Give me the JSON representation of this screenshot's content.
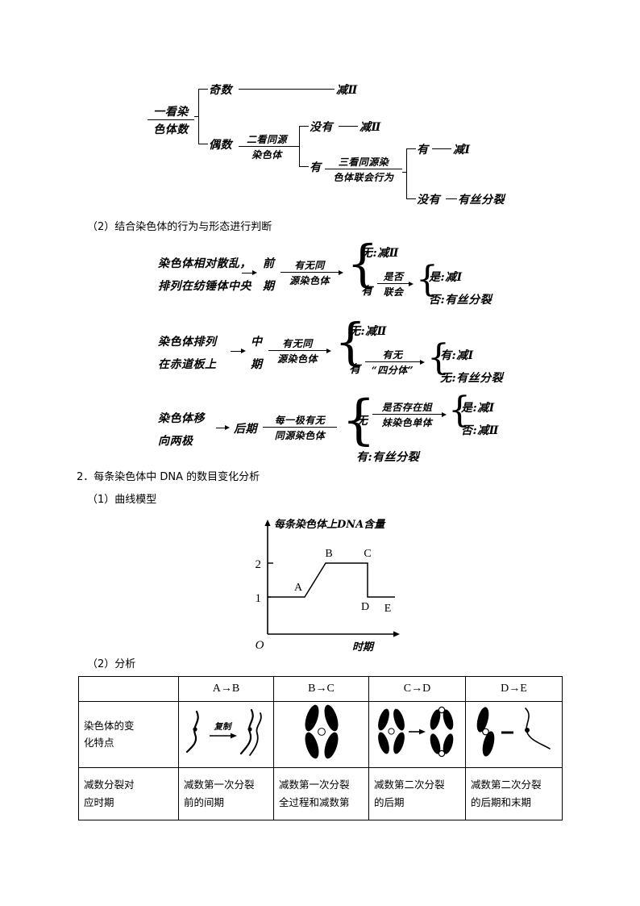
{
  "decision_tree": {
    "root": {
      "num": "一看染",
      "den": "色体数"
    },
    "branch_odd": {
      "label": "奇数",
      "result": "减Ⅱ"
    },
    "branch_even": {
      "label": "偶数"
    },
    "step2": {
      "num": "二看同源",
      "den": "染色体"
    },
    "step2_no": {
      "label": "没有",
      "result": "减Ⅱ"
    },
    "step2_yes": {
      "label": "有"
    },
    "step3": {
      "num": "三看同源染",
      "den": "色体联会行为"
    },
    "step3_yes": {
      "label": "有",
      "result": "减Ⅰ"
    },
    "step3_no": {
      "label": "没有",
      "result": "有丝分裂"
    }
  },
  "section_2_heading": "（2）结合染色体的行为与形态进行判断",
  "flows": [
    {
      "subject_line1": "染色体相对散乱，",
      "subject_line2": "排列在纺锤体中央",
      "stage_line1": "前",
      "stage_line2": "期",
      "test": {
        "num": "有无同",
        "den": "源染色体"
      },
      "outcome_no": "无:减Ⅱ",
      "outcome_yes_label": "有",
      "sub_test": {
        "num": "是否",
        "den": "联会"
      },
      "sub_yes": "是:减Ⅰ",
      "sub_no": "否:有丝分裂"
    },
    {
      "subject_line1": "染色体排列",
      "subject_line2": "在赤道板上",
      "stage_line1": "中",
      "stage_line2": "期",
      "test": {
        "num": "有无同",
        "den": "源染色体"
      },
      "outcome_no": "无:减Ⅱ",
      "outcome_yes_label": "有",
      "sub_test": {
        "num": "有无",
        "den": "“四分体”"
      },
      "sub_yes": "有:减Ⅰ",
      "sub_no": "无:有丝分裂"
    },
    {
      "subject_line1": "染色体移",
      "subject_line2": "向两极",
      "stage_line1": "后期",
      "stage_line2": "",
      "test": {
        "num": "每一极有无",
        "den": "同源染色体"
      },
      "outcome_no_label": "无",
      "sub_test": {
        "num": "是否存在姐",
        "den": "妹染色单体"
      },
      "sub_yes": "是:减Ⅰ",
      "sub_no": "否:减Ⅱ",
      "outcome_yes": "有:有丝分裂"
    }
  ],
  "heading_2": "2．每条染色体中 DNA 的数目变化分析",
  "sub_heading_1": "（1）曲线模型",
  "sub_heading_2": "（2）分析",
  "chart_data": {
    "type": "line",
    "title": "每条染色体上DNA含量",
    "ylabel": "每条染色体上DNA含量",
    "xlabel": "时期",
    "origin_label": "O",
    "yticks": [
      "1",
      "2"
    ],
    "ytick_values": [
      1,
      2
    ],
    "ylim": [
      0,
      2.6
    ],
    "xlim": [
      0,
      10
    ],
    "grid": false,
    "legend": false,
    "point_labels": [
      "A",
      "B",
      "C",
      "D",
      "E"
    ],
    "points": [
      {
        "label": "",
        "x": 0.0,
        "y": 1
      },
      {
        "label": "A",
        "x": 3.2,
        "y": 1
      },
      {
        "label": "B",
        "x": 5.2,
        "y": 2
      },
      {
        "label": "C",
        "x": 7.6,
        "y": 2
      },
      {
        "label": "D",
        "x": 7.6,
        "y": 1
      },
      {
        "label": "E",
        "x": 9.4,
        "y": 1
      }
    ],
    "segments": [
      {
        "from": "O",
        "to": "A",
        "y": 1,
        "shape": "flat"
      },
      {
        "from": "A",
        "to": "B",
        "shape": "rise",
        "y_from": 1,
        "y_to": 2
      },
      {
        "from": "B",
        "to": "C",
        "y": 2,
        "shape": "flat"
      },
      {
        "from": "C",
        "to": "D",
        "shape": "drop",
        "y_from": 2,
        "y_to": 1
      },
      {
        "from": "D",
        "to": "E",
        "y": 1,
        "shape": "flat"
      }
    ]
  },
  "table": {
    "corner": "",
    "columns": [
      "A→B",
      "B→C",
      "C→D",
      "D→E"
    ],
    "rows": [
      {
        "label_line1": "染色体的变",
        "label_line2": "化特点",
        "cells": [
          {
            "figure": "replication-diagram",
            "caption": "复制"
          },
          {
            "figure": "x-chromosome-diagram",
            "caption": ""
          },
          {
            "figure": "centromere-split-diagram",
            "caption": ""
          },
          {
            "figure": "decondensing-diagram",
            "caption": ""
          }
        ]
      },
      {
        "label_line1": "减数分裂对",
        "label_line2": "应时期",
        "cells": [
          {
            "line1": "减数第一次分裂",
            "line2": "前的间期"
          },
          {
            "line1": "减数第一次分裂",
            "line2": "全过程和减数第"
          },
          {
            "line1": "减数第二次分裂",
            "line2": "的后期"
          },
          {
            "line1": "减数第二次分裂",
            "line2": "的后期和末期"
          }
        ]
      }
    ]
  }
}
